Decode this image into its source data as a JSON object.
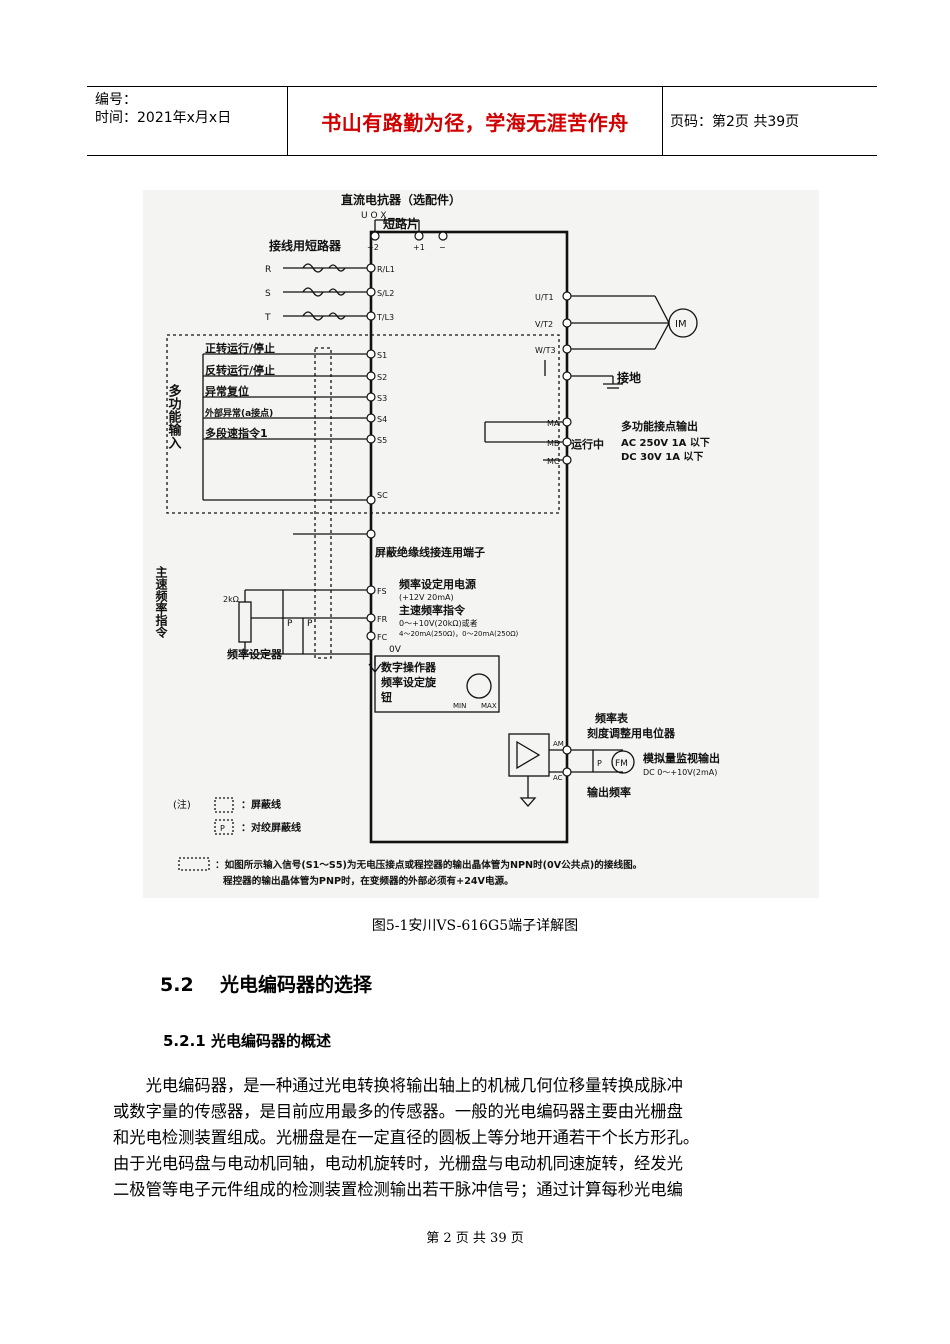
{
  "header": {
    "number_label": "编号：",
    "time_label": "时间：2021年x月x日",
    "motto": "书山有路勤为径，学海无涯苦作舟",
    "page_info": "页码：第2页 共39页"
  },
  "figure": {
    "labels": {
      "dc_reactor": "直流电抗器（选配件）",
      "u_x": "U  O  X",
      "short_bar": "短路片",
      "wiring_breaker": "接线用短路器",
      "R": "R",
      "S": "S",
      "T": "T",
      "RL1": "R/L1",
      "SL2": "S/L2",
      "TL3": "T/L3",
      "plus2": "+2",
      "plus1": "+1",
      "minus": "−",
      "UT1": "U/T1",
      "VT2": "V/T2",
      "WT3": "W/T3",
      "IM": "IM",
      "ground": "接地",
      "multi_input": "多功能输入",
      "in1": "正转运行/停止",
      "in2": "反转运行/停止",
      "in3": "异常复位",
      "in4": "外部异常(a接点)",
      "in5": "多段速指令1",
      "S1": "S1",
      "S2": "S2",
      "S3": "S3",
      "S4": "S4",
      "S5": "S5",
      "SC": "SC",
      "MA": "MA",
      "MB": "MB",
      "MC": "MC",
      "running": "运行中",
      "contact_out": "多功能接点输出",
      "ac_spec": "AC 250V  1A 以下",
      "dc_spec": "DC 30V   1A 以下",
      "shield_term": "屏蔽绝缘线接连用端子",
      "main_freq": "主速频率指令",
      "FS": "FS",
      "FR": "FR",
      "FC": "FC",
      "two_k": "2kΩ",
      "P1": "P",
      "P2": "P",
      "freq_power": "频率设定用电源",
      "power_spec": "(+12V 20mA)",
      "main_cmd": "主速频率指令",
      "cmd_spec1": "0～+10V(20kΩ)或者",
      "cmd_spec2": "4～20mA(250Ω)，0～20mA(250Ω)",
      "zero_v": "0V",
      "freq_setter": "频率设定器",
      "digital_op1": "数字操作器",
      "digital_op2": "频率设定旋",
      "digital_op3": "钮",
      "min": "MIN",
      "max": "MAX",
      "freq_meter": "频率表",
      "scale_pot": "刻度调整用电位器",
      "AM": "AM",
      "AC": "AC",
      "P3": "P",
      "FM": "FM",
      "analog_out": "模拟量监视输出",
      "analog_spec": "DC 0～+10V(2mA)",
      "out_freq": "输出频率",
      "note": "(注)",
      "shield_line": "：屏蔽线",
      "twisted_line": "：对绞屏蔽线",
      "P4": "P",
      "footnote1": "：如图所示输入信号(S1～S5)为无电压接点或程控器的输出晶体管为NPN时(0V公共点)的接线图。",
      "footnote2": "程控器的输出晶体管为PNP时，在变频器的外部必须有+24V电源。"
    }
  },
  "caption": "图5-1安川VS-616G5端子详解图",
  "section": {
    "number": "5.2",
    "title": "光电编码器的选择"
  },
  "subsection": {
    "number": "5.2.1",
    "title": "光电编码器的概述"
  },
  "paragraph_lines": [
    "　　光电编码器，是一种通过光电转换将输出轴上的机械几何位移量转换成脉冲",
    "或数字量的传感器，是目前应用最多的传感器。一般的光电编码器主要由光栅盘",
    "和光电检测装置组成。光栅盘是在一定直径的圆板上等分地开通若干个长方形孔。",
    "由于光电码盘与电动机同轴，电动机旋转时，光栅盘与电动机同速旋转，经发光",
    "二极管等电子元件组成的检测装置检测输出若干脉冲信号；通过计算每秒光电编"
  ],
  "footer": "第 2 页 共 39 页"
}
